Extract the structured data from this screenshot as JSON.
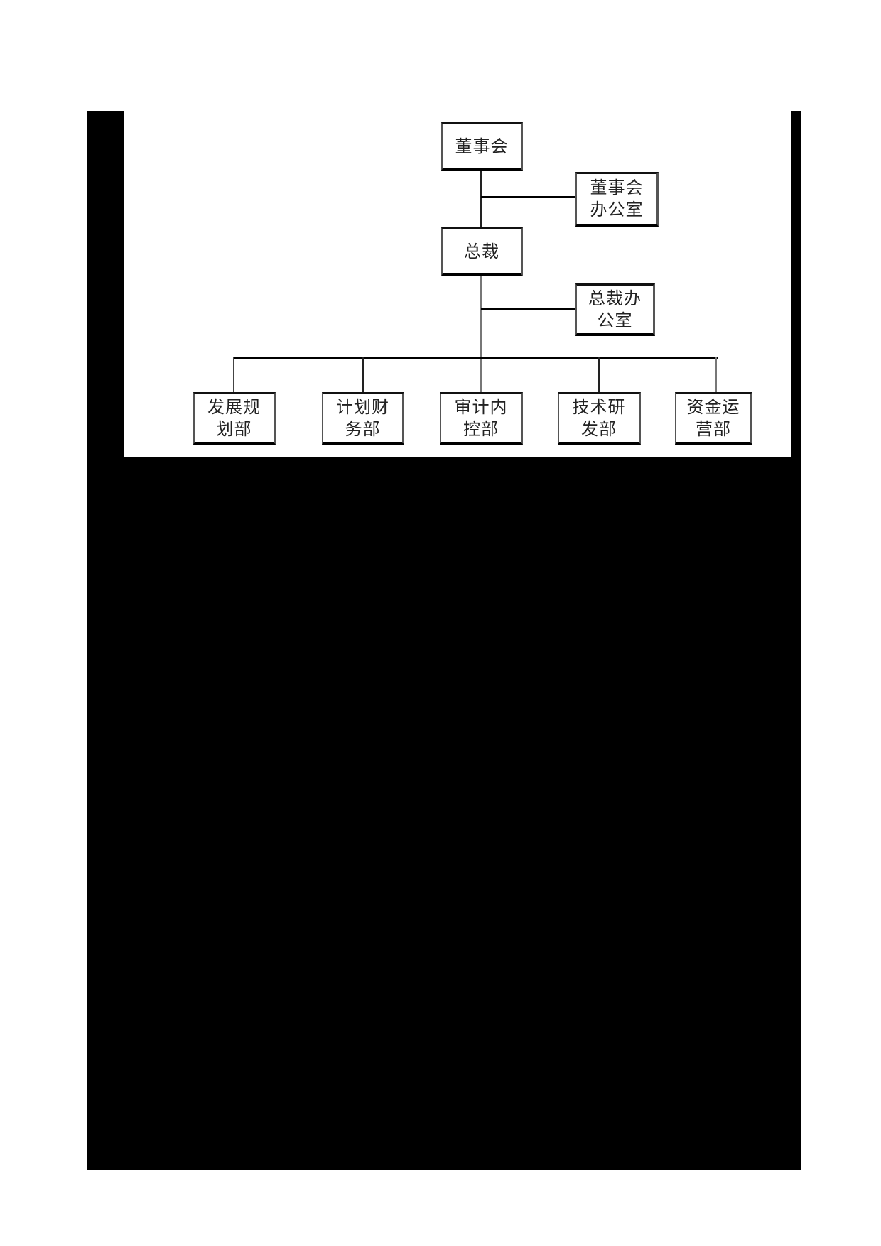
{
  "diagram": {
    "type": "org-chart",
    "root": {
      "label": "董事会",
      "assistant": "董事会\n办公室",
      "child": {
        "label": "总裁",
        "assistant": "总裁办\n公室",
        "departments": [
          {
            "label": "发展规\n划部"
          },
          {
            "label": "计划财\n务部"
          },
          {
            "label": "审计内\n控部"
          },
          {
            "label": "技术研\n发部"
          },
          {
            "label": "资金运\n营部"
          }
        ]
      }
    }
  },
  "colors": {
    "background": "#ffffff",
    "redaction": "#000000",
    "line": "#000000",
    "text": "#222222"
  }
}
